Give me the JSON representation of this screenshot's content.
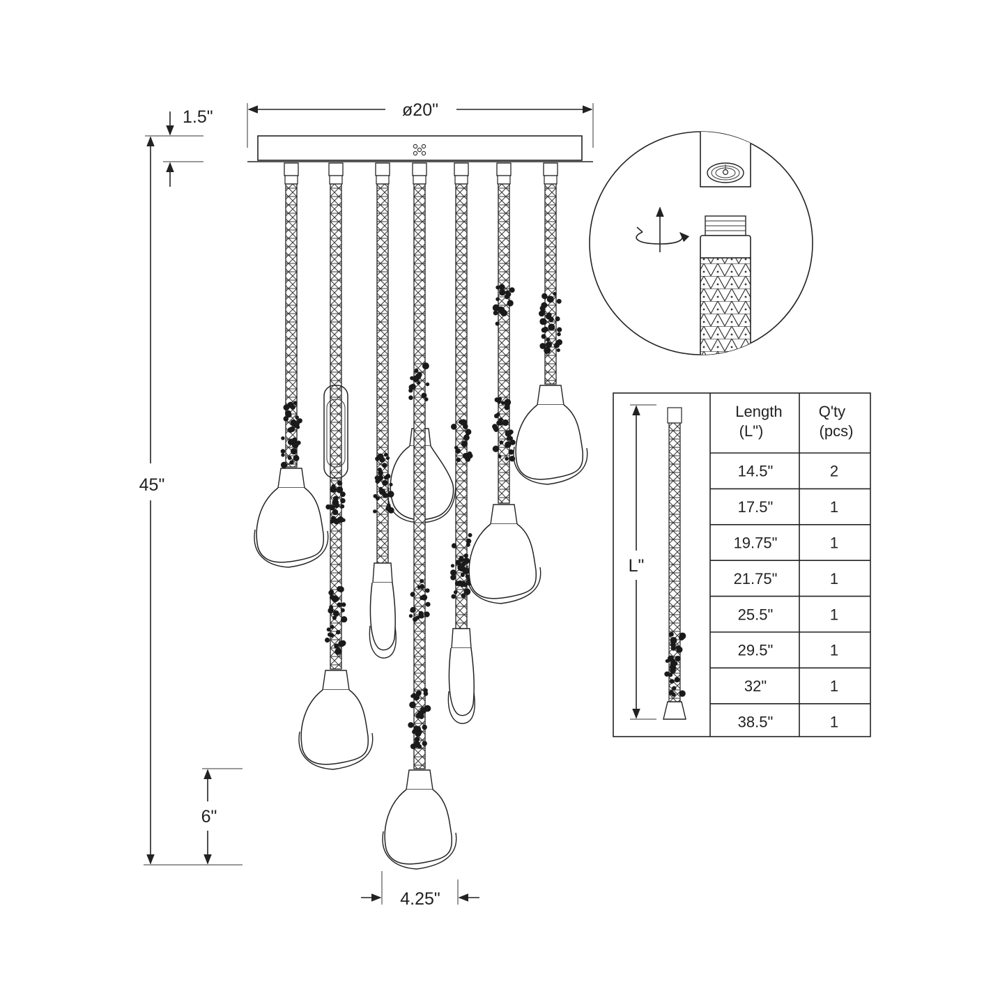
{
  "dimensions": {
    "canopy_diameter": "ø20\"",
    "canopy_height": "1.5\"",
    "overall_height": "45\"",
    "shade_height": "6\"",
    "shade_width": "4.25\""
  },
  "detail": {
    "rotate_icon": "rotate-arrows-icon"
  },
  "length_table": {
    "length_label": "L\"",
    "headers": [
      "Length\n(L\")",
      "Q'ty\n(pcs)"
    ],
    "rows": [
      {
        "length": "14.5\"",
        "qty": "2"
      },
      {
        "length": "17.5\"",
        "qty": "1"
      },
      {
        "length": "19.75\"",
        "qty": "1"
      },
      {
        "length": "21.75\"",
        "qty": "1"
      },
      {
        "length": "25.5\"",
        "qty": "1"
      },
      {
        "length": "29.5\"",
        "qty": "1"
      },
      {
        "length": "32\"",
        "qty": "1"
      },
      {
        "length": "38.5\"",
        "qty": "1"
      }
    ]
  }
}
